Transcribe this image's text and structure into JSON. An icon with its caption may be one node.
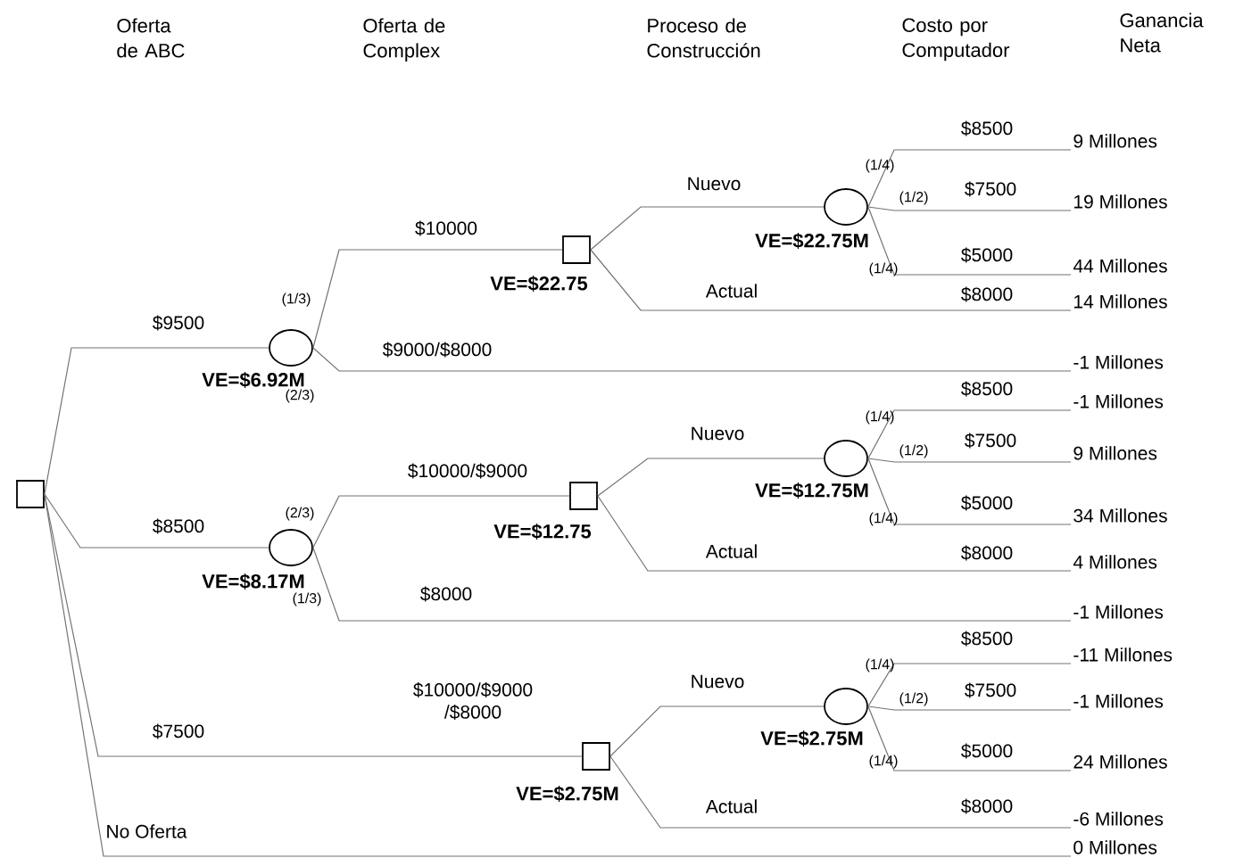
{
  "diagram": {
    "nodes": [
      {
        "text": [],
        "shape": "box"
      },
      {
        "text": [],
        "shape": "circle",
        "beside": [
          "VE=$6.92M"
        ]
      },
      {
        "text": [],
        "shape": "box",
        "beside": [
          "VE=$22.75"
        ]
      },
      {
        "text": [],
        "shape": "circle",
        "beside": [
          "VE=$22.75M"
        ]
      },
      {
        "text": [
          "9 Millones"
        ]
      },
      {
        "text": [
          "19 Millones"
        ]
      },
      {
        "text": [
          "44 Millones"
        ]
      },
      {
        "text": [
          "14 Millones"
        ]
      },
      {
        "text": [
          "-1 Millones"
        ]
      },
      {
        "text": [],
        "shape": "circle",
        "beside": [
          "VE=$8.17M"
        ]
      },
      {
        "text": [],
        "shape": "box",
        "beside": [
          "VE=$12.75"
        ]
      },
      {
        "text": [],
        "shape": "circle",
        "beside": [
          "VE=$12.75M"
        ]
      },
      {
        "text": [
          "-1 Millones"
        ]
      },
      {
        "text": [
          "9 Millones"
        ]
      },
      {
        "text": [
          "34 Millones"
        ]
      },
      {
        "text": [
          "4 Millones"
        ]
      },
      {
        "text": [
          "-1 Millones"
        ]
      },
      {
        "text": [],
        "shape": "box",
        "beside": [
          "VE=$2.75M"
        ]
      },
      {
        "text": [],
        "shape": "circle",
        "beside": [
          "VE=$2.75M"
        ]
      },
      {
        "text": [
          "-11 Millones"
        ]
      },
      {
        "text": [
          "-1 Millones"
        ]
      },
      {
        "text": [
          "24 Millones"
        ]
      },
      {
        "text": [
          "-6 Millones"
        ]
      },
      {
        "text": [
          "0 Millones"
        ]
      }
    ],
    "edges": [
      {
        "from": 0,
        "to": 1,
        "arrow": "none",
        "label": "$9500"
      },
      {
        "from": 1,
        "to": 2,
        "arrow": "none",
        "label": "$10000"
      },
      {
        "from": 2,
        "to": 3,
        "arrow": "none",
        "label": "Nuevo"
      },
      {
        "from": 3,
        "to": 4,
        "arrow": "none",
        "label": "$8500"
      },
      {
        "from": 3,
        "to": 5,
        "arrow": "none",
        "label": "$7500"
      },
      {
        "from": 3,
        "to": 6,
        "arrow": "none",
        "label": "$5000"
      },
      {
        "from": 2,
        "to": 7,
        "arrow": "none",
        "label": "Actual"
      },
      {
        "from": 1,
        "to": 8,
        "arrow": "none",
        "label": "$9000/$8000"
      },
      {
        "from": 0,
        "to": 9,
        "arrow": "none",
        "label": "$8500"
      },
      {
        "from": 9,
        "to": 10,
        "arrow": "none",
        "label": "$10000/$9000"
      },
      {
        "from": 10,
        "to": 11,
        "arrow": "none",
        "label": "Nuevo"
      },
      {
        "from": 11,
        "to": 12,
        "arrow": "none",
        "label": "$8500"
      },
      {
        "from": 11,
        "to": 13,
        "arrow": "none",
        "label": "$7500"
      },
      {
        "from": 11,
        "to": 14,
        "arrow": "none",
        "label": "$5000"
      },
      {
        "from": 10,
        "to": 15,
        "arrow": "none",
        "label": "Actual"
      },
      {
        "from": 9,
        "to": 16,
        "arrow": "none",
        "label": "$8000"
      },
      {
        "from": 0,
        "to": 17,
        "arrow": "none",
        "label": "$7500"
      },
      {
        "from": 17,
        "to": 18,
        "arrow": "none",
        "label": "Nuevo"
      },
      {
        "from": 18,
        "to": 19,
        "arrow": "none",
        "label": "$8500"
      },
      {
        "from": 18,
        "to": 20,
        "arrow": "none",
        "label": "$7500"
      },
      {
        "from": 18,
        "to": 21,
        "arrow": "none",
        "label": "$5000"
      },
      {
        "from": 17,
        "to": 22,
        "arrow": "none",
        "label": "Actual"
      },
      {
        "from": 0,
        "to": 23,
        "arrow": "none",
        "label": "No Oferta"
      }
    ],
    "labels": [
      "Oferta de ABC",
      "Oferta de Complex",
      "Proceso de Construcción",
      "Costo por Computador",
      "Ganancia Neta",
      "(1/3)",
      "(2/3)",
      "(1/4)",
      "(1/2)",
      "(1/4)",
      "$8000",
      "(2/3)",
      "(1/3)",
      "(1/4)",
      "(1/2)",
      "(1/4)",
      "$8000",
      "$10000/$9000 /$8000",
      "(1/4)",
      "(1/2)",
      "(1/4)",
      "$8000"
    ]
  }
}
